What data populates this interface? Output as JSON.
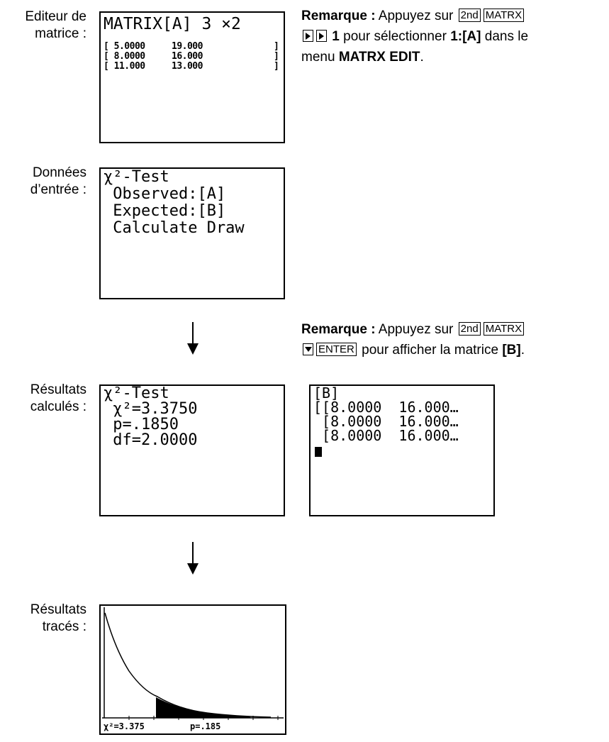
{
  "section1": {
    "label": [
      "Editeur de",
      "matrice :"
    ],
    "screen_title": "MATRIX[A] 3 ×2",
    "matrix": [
      [
        "[ 5.0000",
        "19.000",
        "]"
      ],
      [
        "[ 8.0000",
        "16.000",
        "]"
      ],
      [
        "[ 11.000",
        "13.000",
        "]"
      ]
    ],
    "note": {
      "bold_lead": "Remarque :",
      "text1": "Appuyez sur",
      "key1": "2nd",
      "key2": "MATRX",
      "bold_num": "1",
      "text2": "pour sélectionner",
      "bold_sel": "1:[A]",
      "text3": "dans le",
      "text4": "menu",
      "bold_menu": "MATRX EDIT",
      "end": "."
    }
  },
  "section2": {
    "label": [
      "Données",
      "d’entrée :"
    ],
    "lines": [
      "χ²-Test",
      " Observed:[A]",
      " Expected:[B]",
      " Calculate Draw"
    ]
  },
  "note2": {
    "bold_lead": "Remarque :",
    "text1": "Appuyez sur",
    "key1": "2nd",
    "key2": "MATRX",
    "key3": "ENTER",
    "text2": "pour afficher la matrice",
    "bold_b": "[B]",
    "end": "."
  },
  "section3": {
    "label": [
      "Résultats",
      "calculés :"
    ],
    "lines": [
      "χ²-Test",
      " χ²=3.3750",
      " p=.1850",
      " df=2.0000"
    ],
    "b_screen_lines": [
      "[B]",
      "[[8.0000  16.000…",
      " [8.0000  16.000…",
      " [8.0000  16.000…"
    ]
  },
  "section4": {
    "label": [
      "Résultats",
      "tracés :"
    ],
    "plot_left_label": "χ²=3.375",
    "plot_right_label": "p=.185"
  },
  "colors": {
    "ink": "#000000",
    "paper": "#ffffff"
  }
}
